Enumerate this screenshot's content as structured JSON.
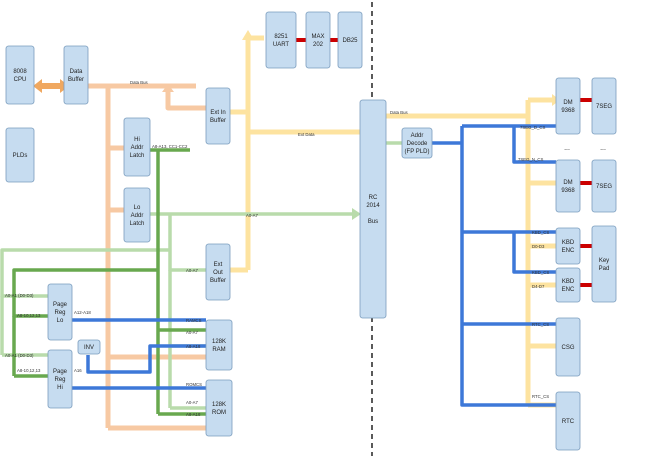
{
  "blocks": {
    "cpu": [
      "8008",
      "CPU"
    ],
    "data_buffer": [
      "Data",
      "Buffer"
    ],
    "plds": [
      "PLDs"
    ],
    "hi_addr_latch": [
      "Hi",
      "Addr",
      "Latch"
    ],
    "lo_addr_latch": [
      "Lo",
      "Addr",
      "Latch"
    ],
    "page_reg_lo": [
      "Page",
      "Reg",
      "Lo"
    ],
    "page_reg_hi": [
      "Page",
      "Reg",
      "Hi"
    ],
    "inv": [
      "INV"
    ],
    "ext_in_buffer": [
      "Ext In",
      "Buffer"
    ],
    "ext_out_buffer": [
      "Ext",
      "Out",
      "Buffer"
    ],
    "ram": [
      "128K",
      "RAM"
    ],
    "rom": [
      "128K",
      "ROM"
    ],
    "uart": [
      "8251",
      "UART"
    ],
    "max202": [
      "MAX",
      "202"
    ],
    "db25": [
      "DB25"
    ],
    "rc2014_bus": [
      "RC",
      "2014",
      "",
      "Bus"
    ],
    "addr_decode": [
      "Addr",
      "Decode",
      "(FP PLD)"
    ],
    "dm1": [
      "DM",
      "9368"
    ],
    "dm2": [
      "DM",
      "9368"
    ],
    "seg1": [
      "7SEG"
    ],
    "seg2": [
      "7SEG"
    ],
    "kbd1": [
      "KBD",
      "ENC"
    ],
    "kbd2": [
      "KBD",
      "ENC"
    ],
    "keypad": [
      "Key",
      "Pad"
    ],
    "csg": [
      "CSG"
    ],
    "rtc": [
      "RTC"
    ],
    "ellipsis1": [
      "..."
    ],
    "ellipsis2": [
      "..."
    ]
  },
  "labels": {
    "data_bus_left": "Data Bus",
    "data_bus_right": "Data Bus",
    "ext_data": "Ext Data",
    "a8_a13": "A8-A13, CC1-CC2",
    "a0_a7_bus": "A0-A7",
    "a0_a7_out": "A0-A7",
    "a0_a1_lo": "A0-A1 (D0-D3)",
    "a8_lo": "A8-10,12,13",
    "a12_a18": "A12-A18",
    "ramcs": "RAMCS",
    "a0_a7_ram": "A0-A7",
    "a8_a18_ram": "A8-A18",
    "a0_a1_hi": "A0-A1 (D0-D3)",
    "a8_hi": "A8-10,12,13",
    "a16": "A16",
    "romcs": "ROMCS",
    "a0_a7_rom": "A0-A7",
    "a8_a18_rom": "A8-A18",
    "seg_cs": "7SEG_D_CS",
    "seg_n_cs": "7SEG_N_CS",
    "kbd_cs1": "KBD_CS",
    "d0_d3": "D0-D3",
    "kbd_cs2": "KBD_CS",
    "d4_d7": "D4-D7",
    "rtc_cs1": "RTC_CS",
    "rtc_cs2": "RTC_CS"
  },
  "colors": {
    "data_bus": "#f7c9a3",
    "data_bus_arrow": "#f0a860",
    "ext_data": "#fde3a0",
    "address_low": "#b9dbab",
    "address_high": "#68a84f",
    "chip_select": "#3d78d8",
    "serial_link": "#cc0000",
    "block_fill": "#c6dcf0",
    "block_stroke": "#7a9cbd",
    "divider": "#000000"
  }
}
